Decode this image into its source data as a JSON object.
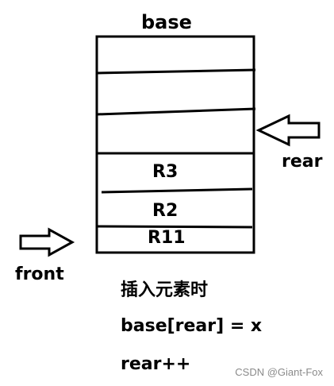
{
  "title": "base",
  "pointers": {
    "rear": "rear",
    "front": "front"
  },
  "slots": [
    "",
    "",
    "",
    "R3",
    "R2",
    "R11"
  ],
  "caption_lines": [
    "插入元素时",
    "base[rear] = x",
    "rear++"
  ],
  "watermark": "CSDN @Giant-Fox",
  "colors": {
    "line": "#000000",
    "background": "#ffffff",
    "watermark": "#8a8a8a"
  }
}
